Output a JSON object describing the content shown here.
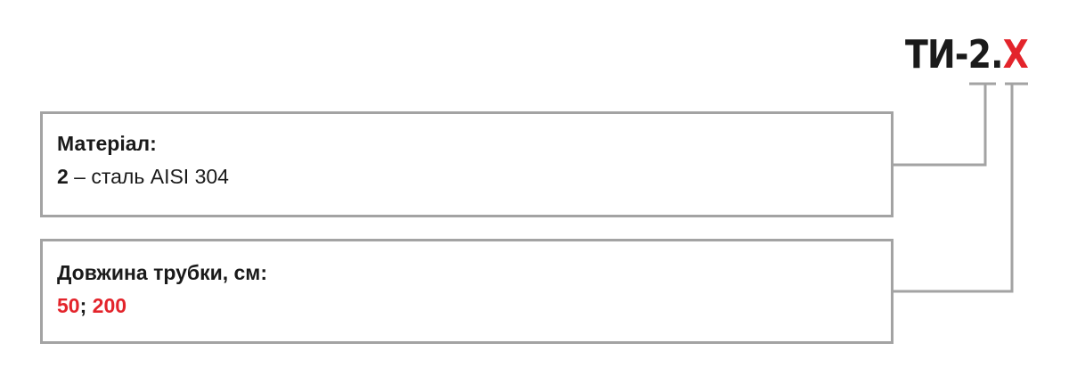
{
  "code": {
    "prefix": "ТИ-2.",
    "variable": "Х"
  },
  "material": {
    "heading": "Матеріал:",
    "key": "2",
    "desc": " – сталь AISI 304"
  },
  "length": {
    "heading": "Довжина трубки, см:",
    "option_1": "50",
    "separator": "; ",
    "option_2": "200"
  },
  "colors": {
    "accent": "#e3242b",
    "border": "#a3a3a3",
    "text": "#1a1a1a"
  }
}
